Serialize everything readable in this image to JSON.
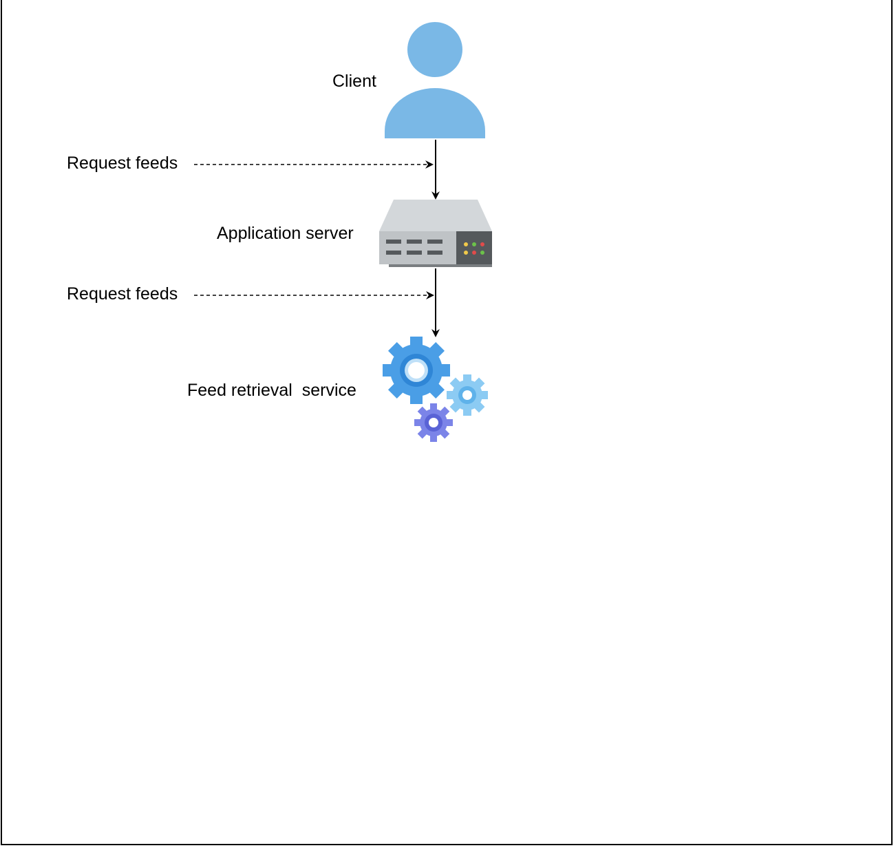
{
  "nodes": {
    "client": {
      "label": "Client",
      "icon": "user-icon",
      "color": "#7ab8e6"
    },
    "app_server": {
      "label": "Application server",
      "icon": "server-icon"
    },
    "feed_service": {
      "label": "Feed retrieval  service",
      "icon": "gears-icon"
    }
  },
  "edges": {
    "request_1": {
      "label": "Request feeds"
    },
    "request_2": {
      "label": "Request feeds"
    }
  }
}
